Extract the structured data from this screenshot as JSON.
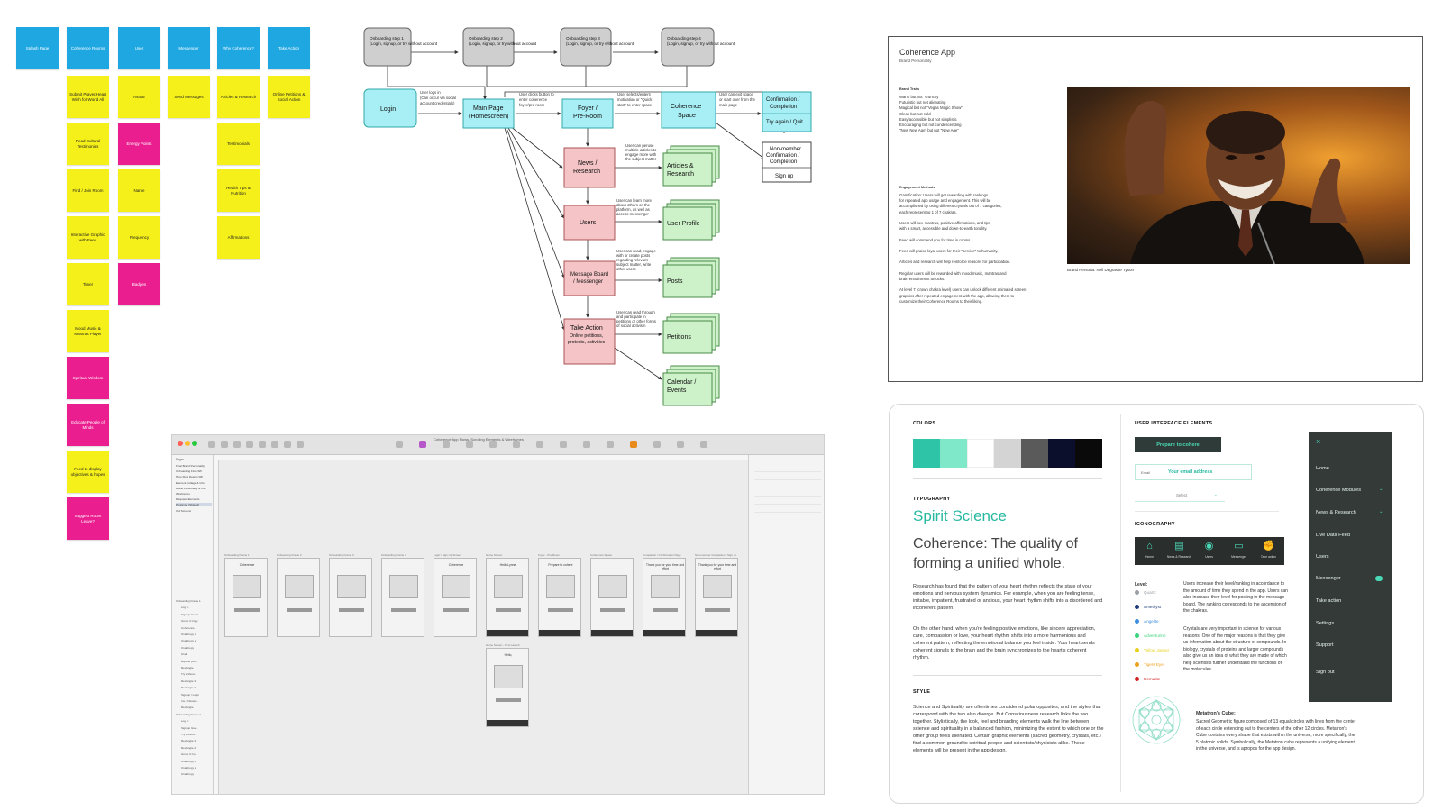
{
  "stickies": {
    "headers": [
      "Splash Page",
      "Coherence Rooms",
      "User",
      "Messenger",
      "Why Coherence?",
      "Take Action"
    ],
    "col_rooms": [
      "Submit Prayer/Heart Wish for World All",
      "Read Cultural Testimonies",
      "Find / Join Room",
      "Interactive Graphic with Feed",
      "Timer",
      "Mood Music & Mantras Player",
      "Spiritual Wisdom",
      "Educate People of Minds",
      "Feed to display objectives & hopes",
      "Suggest Room Leave?"
    ],
    "col_user": [
      "Avatar",
      "Energy Points",
      "Name",
      "Frequency",
      "Badges"
    ],
    "col_messenger": [
      "Send Messages"
    ],
    "col_why": [
      "Articles & Research",
      "Testimonials",
      "Health Tips & Nutrition",
      "Affirmations"
    ],
    "col_action": [
      "Online Petitions & Social Action"
    ]
  },
  "flow": {
    "onboarding": [
      "Onboarding step 1",
      "Onboarding step 2",
      "Onboarding step 3",
      "Onboarding step 4"
    ],
    "onboarding_sub": "(Login, signup, or try without account",
    "login": "Login",
    "main_page": [
      "Main Page",
      "(Homescreen)"
    ],
    "foyer": [
      "Foyer /",
      "Pre-Room"
    ],
    "coherence_space": [
      "Coherence",
      "Space"
    ],
    "confirmation": [
      "Confirmation /",
      "Completion",
      "Try again / Quit"
    ],
    "non_member": [
      "Non-member",
      "Confirmation /",
      "Completion",
      "Sign up"
    ],
    "news": [
      "News /",
      "Research"
    ],
    "articles": [
      "Articles &",
      "Research"
    ],
    "users": "Users",
    "user_profile": "User Profile",
    "message_board": [
      "Message Board",
      "/ Messenger"
    ],
    "posts": "Posts",
    "take_action": [
      "Take Action",
      "Online petitions,",
      "protests, activities"
    ],
    "petitions": "Petitions",
    "calendar": [
      "Calendar /",
      "Events"
    ],
    "edge_labels": {
      "login": [
        "User logs in",
        "(Can occur via social",
        "account credentials)"
      ],
      "main": [
        "User clicks button to",
        "enter coherence",
        "foyer/pre-room"
      ],
      "foyer": [
        "User selects/enters",
        "motivation or \"Quick",
        "start\" to enter space"
      ],
      "space": [
        "User can exit space",
        "or start over from the",
        "main page"
      ],
      "news": [
        "User can peruse",
        "multiple articles to",
        "engage more with",
        "the subject matter"
      ],
      "users": [
        "User can learn more",
        "about others on the",
        "platform, as well as",
        "access messenger"
      ],
      "board": [
        "User can read, engage",
        "with or create posts",
        "regarding relevant",
        "subject matter, write",
        "other users"
      ],
      "action": [
        "User can read through",
        "and participate in",
        "petitions or other forms",
        "of social activism"
      ]
    }
  },
  "brand": {
    "title": "Coherence App",
    "subtitle": "Brand Personality",
    "traits_head": "Brand Traits",
    "traits": [
      "Warm but not \"crunchy\"",
      "Futuristic but not alienating",
      "Magical but not \"Vegas Magic Show\"",
      "Clean but not cold",
      "Easy/accessible but not simplistic",
      "Encouraging but not condescending",
      "\"New New Age\" but not \"New Age\""
    ],
    "engagement_head": "Engagement Methods",
    "engagement": [
      "Gamification: Users will get rewarding with rankings",
      "for repeated app usage and engagement. This will be",
      "accomplished by using different crystals out of 7 categories,",
      "each representing 1 of 7 chakras.",
      "",
      "Users will see mantras, positive affirmations, and tips",
      "with a smart, accessible and down-to-earth tonality.",
      "",
      "Feed will commend you for time in rooms.",
      "",
      "Feed will praise loyal users for their \"service\" to humanity.",
      "",
      "Articles and research will help reinforce reasons for participation.",
      "",
      "Regular users will be rewarded with mood music, mantras and",
      "brain entrainment unlocks.",
      "",
      "At level 7 (crown chakra level) users can unlock different animated screen",
      "graphics after repeated engagement with the app, allowing them to",
      "customize their Coherence Rooms to their liking."
    ],
    "persona": "Brand Persona: Neil Degrasse Tyson"
  },
  "style": {
    "colors_head": "COLORS",
    "swatches": [
      "#2ec4a8",
      "#7ee8c8",
      "#ffffff",
      "#d4d4d4",
      "#5a5a5a",
      "#0c0f2c",
      "#0a0a0a"
    ],
    "typography_head": "TYPOGRAPHY",
    "brand_name": "Spirit Science",
    "tagline": "Coherence: The quality of forming a unified whole.",
    "body1": "Research has found that the pattern of your heart rhythm reflects the state of your emotions and nervous system dynamics. For example, when you are feeling tense, irritable, impatient, frustrated or anxious, your heart rhythm shifts into a disordered and incoherent pattern.",
    "body2": "On the other hand, when you're feeling positive emotions, like sincere appreciation, care, compassion or love, your heart rhythm shifts into a more harmonious and coherent pattern, reflecting the emotional balance you feel inside. Your heart sends coherent signals to the brain and the brain synchronizes to the heart's coherent rhythm.",
    "style_head": "STYLE",
    "style_body": "Science and Spirituality are oftentimes considered polar opposites, and the styles that correspond with the two also diverge. But Consciousness research links the two together. Stylistically, the look, feel and branding elements walk the line between science and spirituality in a balanced fashion, minimizing the extent to which one or the other group feels alienated. Certain graphic elements (sacred geometry, crystals, etc.) find a common ground to spiritual people and scientists/physicists alike. These elements will be present in the app design.",
    "ui_head": "USER INTERFACE ELEMENTS",
    "button_label": "Prepare to cohere",
    "email_label": "Email",
    "email_value": "Your email address",
    "select_label": "Select",
    "icon_head": "ICONOGRAPHY",
    "icons": [
      "Home",
      "News & Research",
      "Users",
      "Messenger",
      "Take action"
    ],
    "level_head": "Level:",
    "levels": [
      {
        "name": "Quartz",
        "color": "#9aa0a6"
      },
      {
        "name": "Amethyst",
        "color": "#1f3d7a"
      },
      {
        "name": "Angelite",
        "color": "#3d8fe0"
      },
      {
        "name": "Adventurine",
        "color": "#3cd37c"
      },
      {
        "name": "Yellow Jasper",
        "color": "#e8d020"
      },
      {
        "name": "Tigers Eye",
        "color": "#f0a020"
      },
      {
        "name": "Hematite",
        "color": "#d02020"
      }
    ],
    "level_text1": "Users increase their level/ranking in accordance to the amount of time they spend in the app. Users can also increase their level for posting in the message board. The ranking corresponds to the ascension of the chakras.",
    "level_text2": "Crystals are very important in science for various reasons. One of the major reasons is that they give us information about the structure of compounds. In biology, crystals of proteins and larger compounds also give us an idea of what they are made of which help scientists further understand the functions of the molecules.",
    "metatron_head": "Metatron's Cube:",
    "metatron_text": "Sacred Geometric figure composed of 13 equal circles with lines from the center of each circle extending out to the centers of the other 12 circles. Metatron's Cube contains every shape that exists within the universe, more specifically, the 5 platonic solids. Symbolically, the Metatron cube represents a unifying element in the universe, and is apropos for the app design.",
    "nav": [
      "Home",
      "Coherence Modules",
      "News & Research",
      "Live Data Feed",
      "Users",
      "Messenger",
      "Take action",
      "Settings",
      "Support",
      "Sign out"
    ]
  },
  "sketch": {
    "title": "Coherence App Flows, Scrolling Elements & Wireframes",
    "pages_head": "Pages",
    "pages": [
      "Final Brand Personality",
      "Onboarding Flow WF",
      "Hero Flow Design WF",
      "Element Collage & Info",
      "Brand Personality & Info",
      "Wireframes",
      "Disquiets Elements",
      "Prototype (Shared)",
      "Old Screens"
    ],
    "layers": [
      "Onboarding Frame 1",
      "Log In",
      "Sign up Guest",
      "Group 3 Copy",
      "Coherence",
      "Oval Copy 3",
      "Oval Copy 2",
      "Oval Copy",
      "Oval",
      "Expand your...",
      "Rectangle",
      "Try without...",
      "Rectangle 3",
      "Rectangle 2",
      "Sign up / Login",
      "Ins. Onboard...",
      "Rectangle",
      "Onboarding Frame 2",
      "Log In",
      "Sign up Gue...",
      "Try without...",
      "Rectangle 3",
      "Rectangle 2",
      "Group 3 Co...",
      "Oval Copy 3",
      "Oval Copy 2",
      "Oval Copy"
    ],
    "artboards": [
      {
        "title": "Onboarding Frame 1",
        "label": "Coherence"
      },
      {
        "title": "Onboarding Frame 2",
        "label": ""
      },
      {
        "title": "Onboarding Frame 3",
        "label": ""
      },
      {
        "title": "Onboarding Frame 4",
        "label": ""
      },
      {
        "title": "Login / Sign Up Screen",
        "label": "Coherence"
      },
      {
        "title": "Home Screen",
        "label": "Hello Lynne,"
      },
      {
        "title": "Foyer - Pre-Room",
        "label": "Prepare to cohere"
      },
      {
        "title": "Coherence Space",
        "label": ""
      },
      {
        "title": "Completion / Confirmation Page",
        "label": "Thank you for your time and effort"
      },
      {
        "title": "Non-member Completion / Sign up",
        "label": "Thank you for your time and effort"
      }
    ],
    "extra_artboard": {
      "title": "Home Screen - First Launch",
      "label": "Hello,"
    }
  }
}
